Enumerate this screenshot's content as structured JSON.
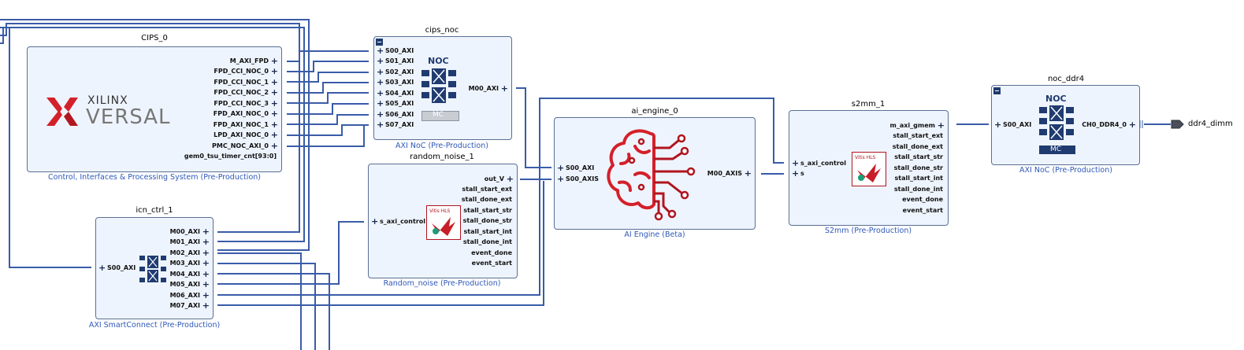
{
  "blocks": {
    "cips": {
      "title": "CIPS_0",
      "subtitle": "Control, Interfaces & Processing System (Pre-Production)",
      "logo_top": "XILINX",
      "logo_bottom": "VERSAL",
      "ports": [
        "M_AXI_FPD",
        "FPD_CCI_NOC_0",
        "FPD_CCI_NOC_1",
        "FPD_CCI_NOC_2",
        "FPD_CCI_NOC_3",
        "FPD_AXI_NOC_0",
        "FPD_AXI_NOC_1",
        "LPD_AXI_NOC_0",
        "PMC_NOC_AXI_0",
        "gem0_tsu_timer_cnt[93:0]"
      ]
    },
    "cips_noc": {
      "title": "cips_noc",
      "subtitle": "AXI NoC (Pre-Production)",
      "noc_label": "NOC",
      "mc_label": "MC",
      "in_ports": [
        "S00_AXI",
        "S01_AXI",
        "S02_AXI",
        "S03_AXI",
        "S04_AXI",
        "S05_AXI",
        "S06_AXI",
        "S07_AXI"
      ],
      "out_port": "M00_AXI"
    },
    "random_noise": {
      "title": "random_noise_1",
      "subtitle": "Random_noise (Pre-Production)",
      "in_port": "s_axi_control",
      "icon_text": "Vitis HLS",
      "out_ports": [
        "out_V",
        "stall_start_ext",
        "stall_done_ext",
        "stall_start_str",
        "stall_done_str",
        "stall_start_int",
        "stall_done_int",
        "event_done",
        "event_start"
      ]
    },
    "icn_ctrl": {
      "title": "icn_ctrl_1",
      "subtitle": "AXI SmartConnect (Pre-Production)",
      "in_port": "S00_AXI",
      "out_ports": [
        "M00_AXI",
        "M01_AXI",
        "M02_AXI",
        "M03_AXI",
        "M04_AXI",
        "M05_AXI",
        "M06_AXI",
        "M07_AXI"
      ]
    },
    "ai_engine": {
      "title": "ai_engine_0",
      "subtitle": "AI Engine (Beta)",
      "in_ports": [
        "S00_AXI",
        "S00_AXIS"
      ],
      "out_port": "M00_AXIS"
    },
    "s2mm": {
      "title": "s2mm_1",
      "subtitle": "S2mm (Pre-Production)",
      "in_ports": [
        "s_axi_control",
        "s"
      ],
      "icon_text": "Vitis HLS",
      "out_ports": [
        "m_axi_gmem",
        "stall_start_ext",
        "stall_done_ext",
        "stall_start_str",
        "stall_done_str",
        "stall_start_int",
        "stall_done_int",
        "event_done",
        "event_start"
      ]
    },
    "noc_ddr4": {
      "title": "noc_ddr4",
      "subtitle": "AXI NoC (Pre-Production)",
      "noc_label": "NOC",
      "mc_label": "MC",
      "in_port": "S00_AXI",
      "out_port": "CH0_DDR4_0"
    }
  },
  "external_port": "ddr4_dimm",
  "colors": {
    "wire": "#3a5ca8",
    "block_fill": "#eef4fd",
    "block_border": "#5a6f94",
    "subtitle": "#2e58b8",
    "logo_red": "#d4202a",
    "noc_blue": "#1f3b70"
  }
}
